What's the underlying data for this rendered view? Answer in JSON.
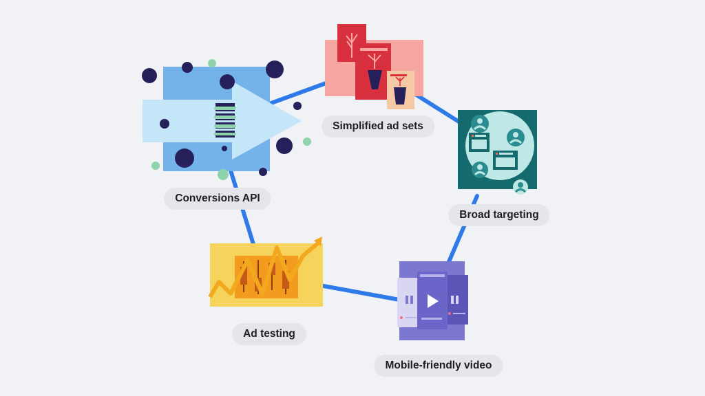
{
  "nodes": [
    {
      "key": "conversions",
      "label": "Conversions API",
      "icon": "arrow-data-flow-icon"
    },
    {
      "key": "simplified",
      "label": "Simplified ad sets",
      "icon": "ad-cards-stack-icon"
    },
    {
      "key": "broad",
      "label": "Broad targeting",
      "icon": "audience-people-icon"
    },
    {
      "key": "mobile",
      "label": "Mobile-friendly video",
      "icon": "video-player-icon"
    },
    {
      "key": "testing",
      "label": "Ad testing",
      "icon": "candlestick-trend-icon"
    }
  ],
  "colors": {
    "background": "#f1f2f6",
    "connector": "#2d7ae8",
    "label_bg": "#e4e6eb",
    "label_text": "#1c1e21",
    "conversions_square": "#73b3ea",
    "conversions_arrow": "#c5e6f8",
    "dots_dark": "#25205a",
    "dots_green": "#8fd3ad",
    "simplified_pink": "#f7a7a1",
    "simplified_red": "#d9303f",
    "broad_teal": "#156a6e",
    "broad_circle": "#bde8e6",
    "mobile_purple": "#7d78cf",
    "testing_yellow": "#f6d35b",
    "testing_orange": "#f29b1f"
  }
}
